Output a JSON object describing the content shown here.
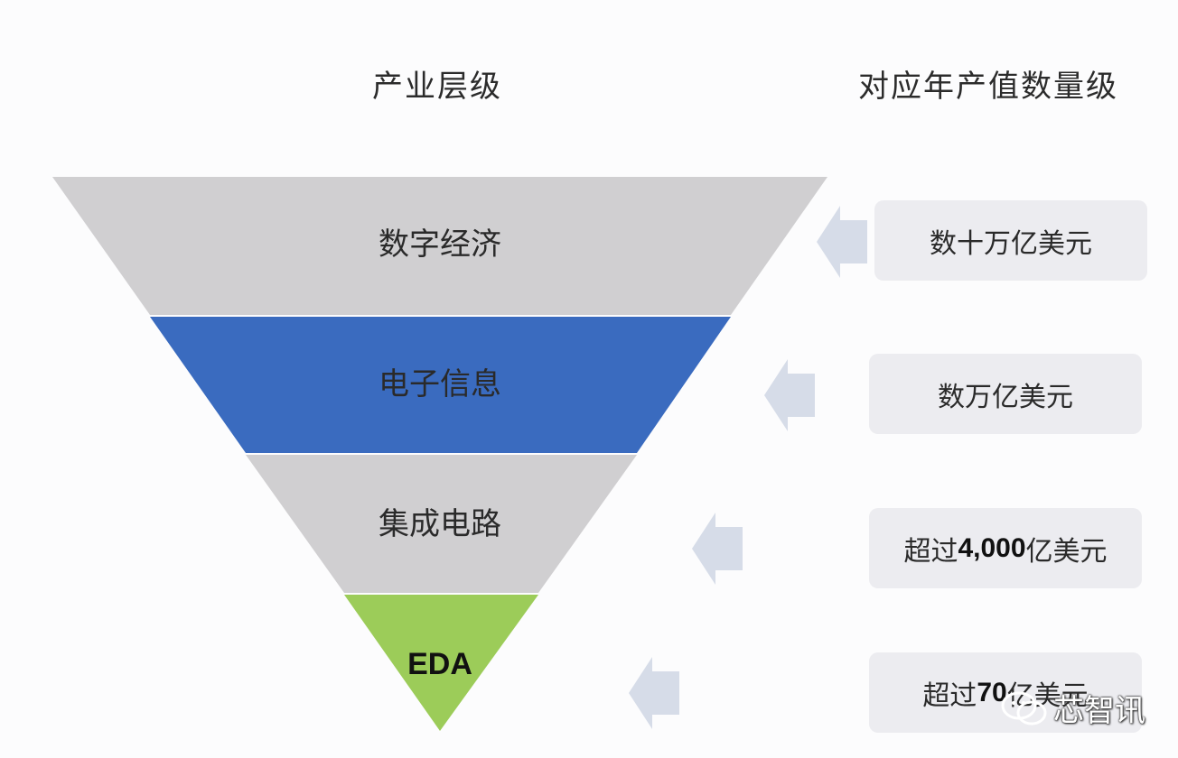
{
  "headers": {
    "left": "产业层级",
    "right": "对应年产值数量级"
  },
  "layers": [
    {
      "label": "数字经济",
      "color": "#d0cfd1",
      "value": "数十万亿美元"
    },
    {
      "label": "电子信息",
      "color": "#3a6bbf",
      "value": "数万亿美元"
    },
    {
      "label": "集成电路",
      "color": "#d0cfd1",
      "value_prefix": "超过",
      "value_number": "4,000",
      "value_suffix": "亿美元"
    },
    {
      "label": "EDA",
      "color": "#9ccc59",
      "value_prefix": "超过",
      "value_number": "70",
      "value_suffix": "亿美元"
    }
  ],
  "arrow_color": "#d6dce8",
  "watermark": "芯智讯"
}
